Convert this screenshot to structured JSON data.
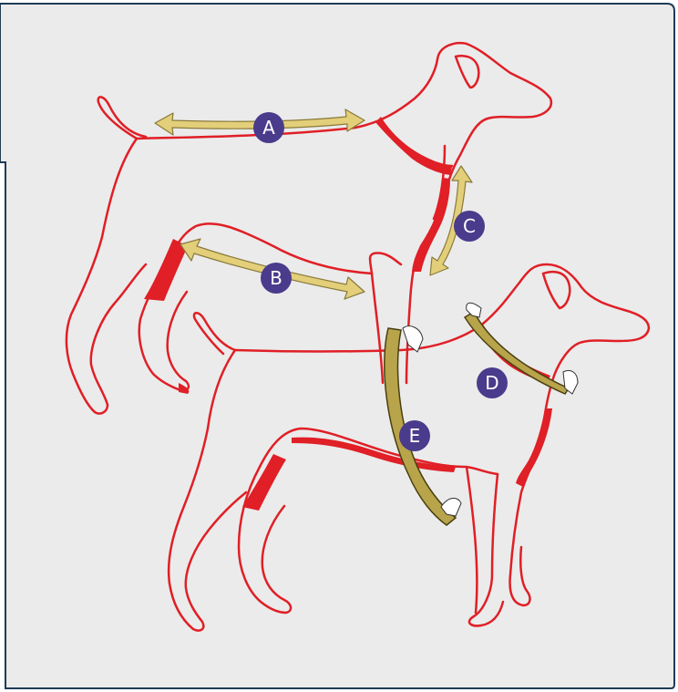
{
  "diagram": {
    "colors": {
      "background": "#ebebeb",
      "border": "#1f3b57",
      "outline": "#e01f26",
      "shade": "#e01f26",
      "arrow": "#e3cf7a",
      "arrow_edge": "#8a7a3a",
      "band": "#b8a44a",
      "band_edge": "#4a3f12",
      "badge": "#4a3b8c",
      "badge_text": "#ffffff"
    },
    "markers": [
      {
        "id": "A",
        "label": "A"
      },
      {
        "id": "B",
        "label": "B"
      },
      {
        "id": "C",
        "label": "C"
      },
      {
        "id": "D",
        "label": "D"
      },
      {
        "id": "E",
        "label": "E"
      }
    ]
  }
}
